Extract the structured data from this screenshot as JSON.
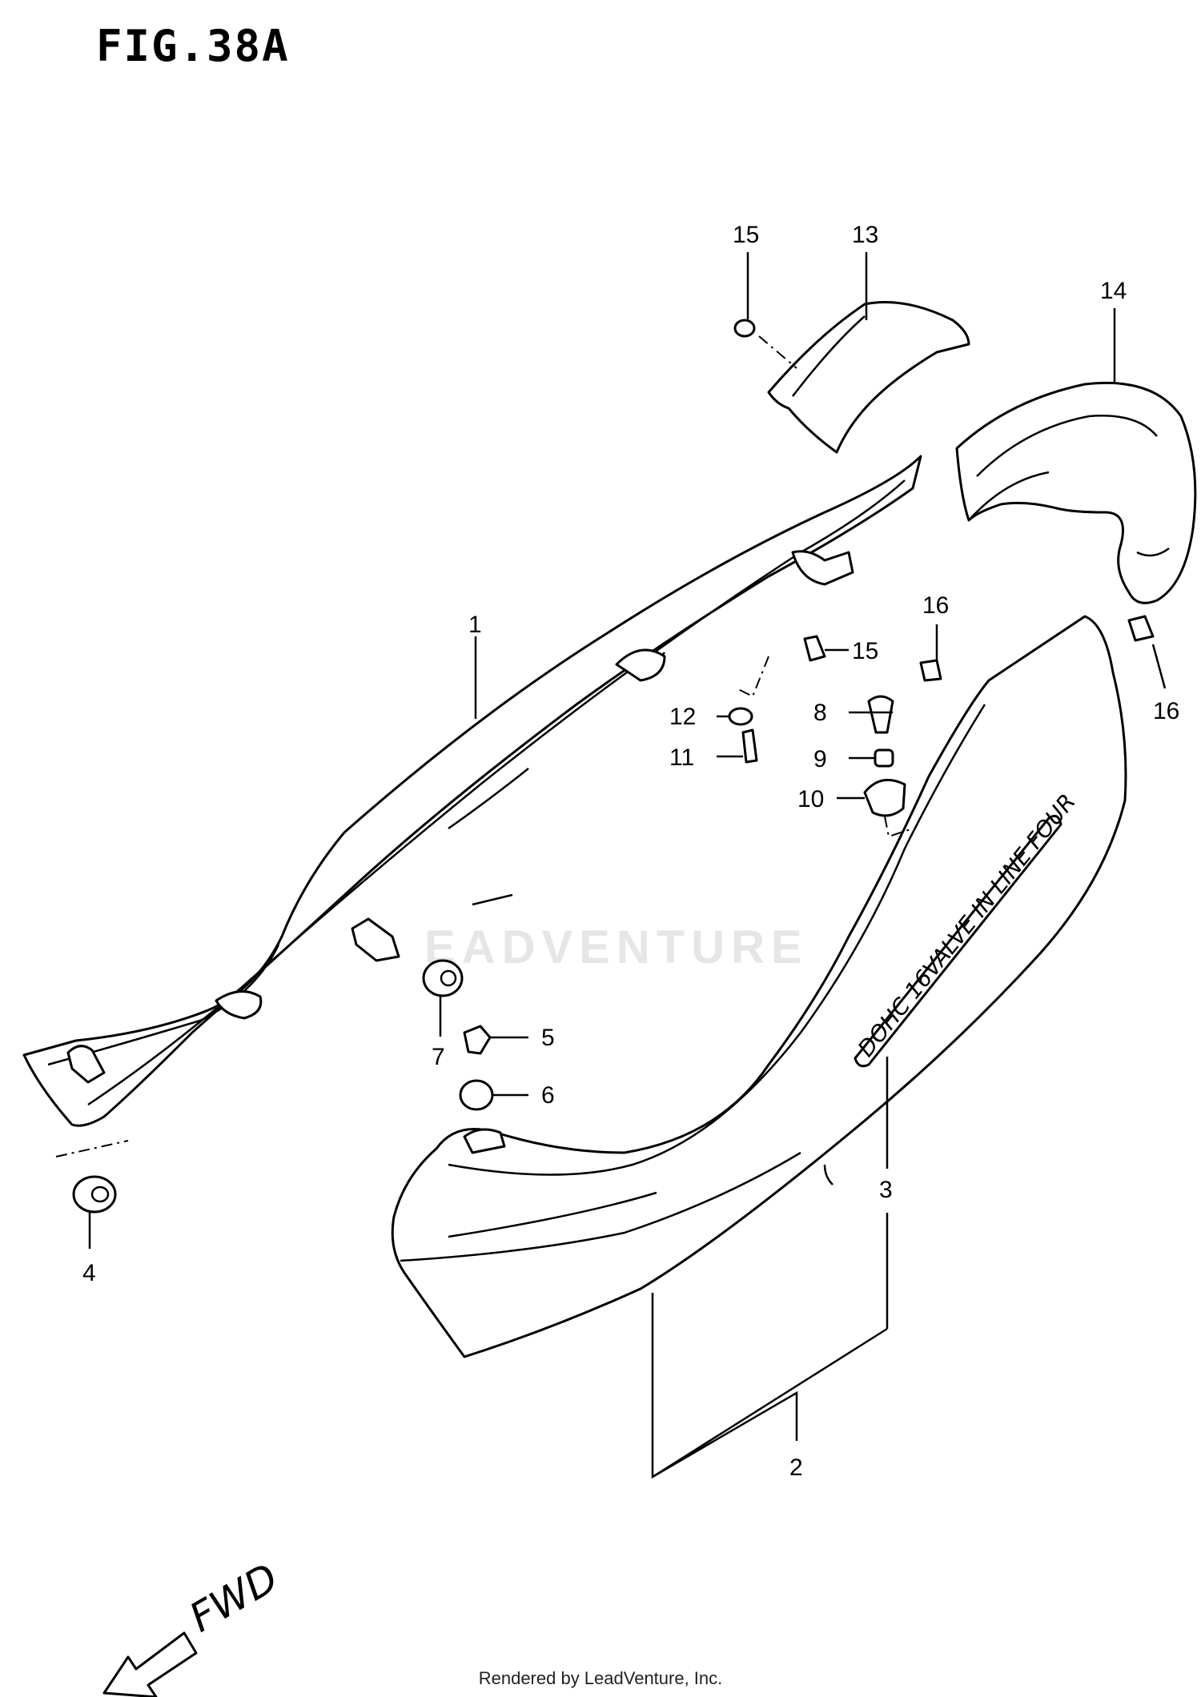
{
  "figure": {
    "title": "FIG.38A",
    "watermark": "EADVENTURE",
    "footer": "Rendered by LeadVenture, Inc.",
    "direction_label": "FWD",
    "decal_text": "DOHC 16VALVE IN LINE FOUR"
  },
  "callouts": {
    "c1": "1",
    "c2": "2",
    "c3": "3",
    "c4": "4",
    "c5": "5",
    "c6": "6",
    "c7": "7",
    "c8": "8",
    "c9": "9",
    "c10": "10",
    "c11": "11",
    "c12": "12",
    "c13": "13",
    "c14": "14",
    "c15a": "15",
    "c15b": "15",
    "c16a": "16",
    "c16b": "16"
  }
}
